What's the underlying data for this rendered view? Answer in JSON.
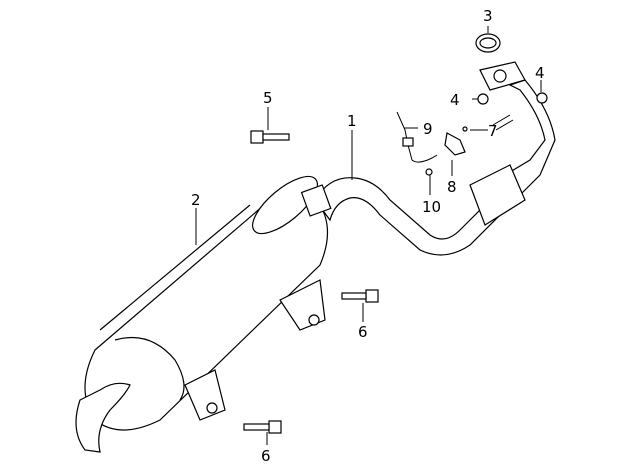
{
  "callouts": [
    {
      "id": "1",
      "text": "1"
    },
    {
      "id": "2",
      "text": "2"
    },
    {
      "id": "3",
      "text": "3"
    },
    {
      "id": "4a",
      "text": "4"
    },
    {
      "id": "4b",
      "text": "4"
    },
    {
      "id": "5",
      "text": "5"
    },
    {
      "id": "6a",
      "text": "6"
    },
    {
      "id": "6b",
      "text": "6"
    },
    {
      "id": "7",
      "text": "7"
    },
    {
      "id": "8",
      "text": "8"
    },
    {
      "id": "9",
      "text": "9"
    },
    {
      "id": "10",
      "text": "10"
    }
  ]
}
